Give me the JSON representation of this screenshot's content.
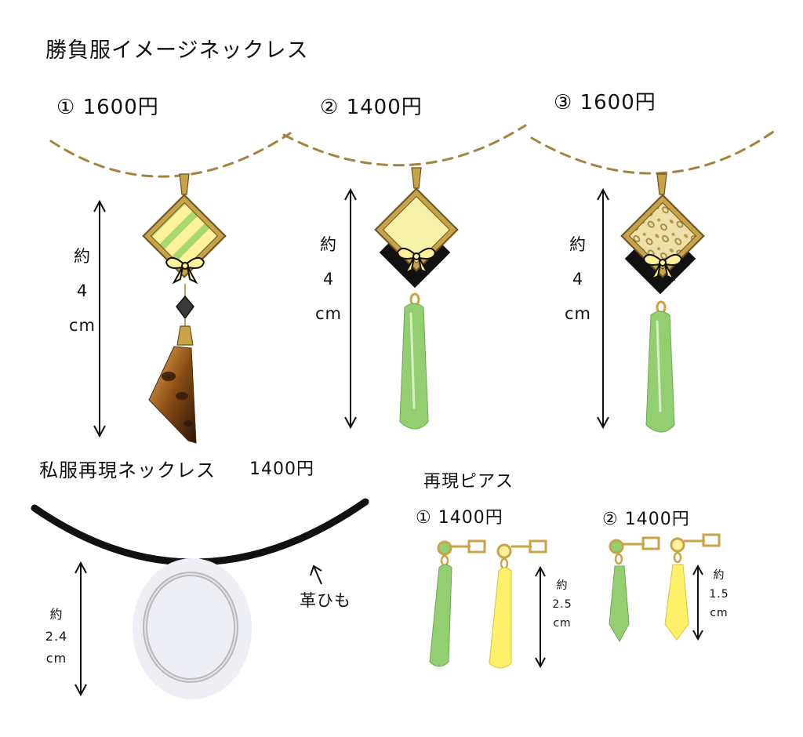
{
  "colors": {
    "chain": "#a5823e",
    "gold": "#c9a347",
    "yellow": "#fff29a",
    "pale_yellow": "#f7f1a7",
    "stripe_green": "#a9d873",
    "drop_green": "#93cf70",
    "ink": "#111111",
    "leopard": "#d8c78c",
    "tortoise": "#8a4c14"
  },
  "section_top": {
    "title": "勝負服イメージネックレス"
  },
  "necklaces": [
    {
      "label": "① 1600円",
      "size_label": "約 4 cm",
      "pendant": "stripe-diamond",
      "drop": "tortoise-triangle"
    },
    {
      "label": "② 1400円",
      "size_label": "約 4 cm",
      "pendant": "yellow-diamond",
      "drop": "green-drop"
    },
    {
      "label": "③ 1600円",
      "size_label": "約 4 cm",
      "pendant": "leopard-diamond",
      "drop": "green-drop"
    }
  ],
  "section_private": {
    "title": "私服再現ネックレス",
    "price": "1400円",
    "size_label": "約 2.4 cm",
    "cord_label": "革ひも"
  },
  "section_earrings": {
    "title": "再現ピアス",
    "items": [
      {
        "label": "① 1400円",
        "size_label": "約 2.5 cm"
      },
      {
        "label": "② 1400円",
        "size_label": "約 1.5 cm"
      }
    ]
  }
}
